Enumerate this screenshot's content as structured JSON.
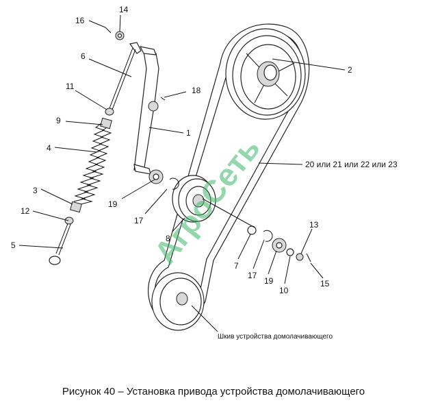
{
  "labels": {
    "l1": "1",
    "l2": "2",
    "l3": "3",
    "l4": "4",
    "l5": "5",
    "l6": "6",
    "l7": "7",
    "l8": "8",
    "l9": "9",
    "l10": "10",
    "l11": "11",
    "l12": "12",
    "l13": "13",
    "l14": "14",
    "l15": "15",
    "l16": "16",
    "l17a": "17",
    "l17b": "17",
    "l18": "18",
    "l19a": "19",
    "l19b": "19",
    "belt": "20 или 21 или 22 или 23",
    "pulley_note": "Шкив устройства домолачивающего"
  },
  "watermark": "АгроСеть",
  "caption": "Рисунок 40 – Установка привода устройства домолачивающего",
  "colors": {
    "watermark": "#3fb86a",
    "lines": "#222222"
  }
}
